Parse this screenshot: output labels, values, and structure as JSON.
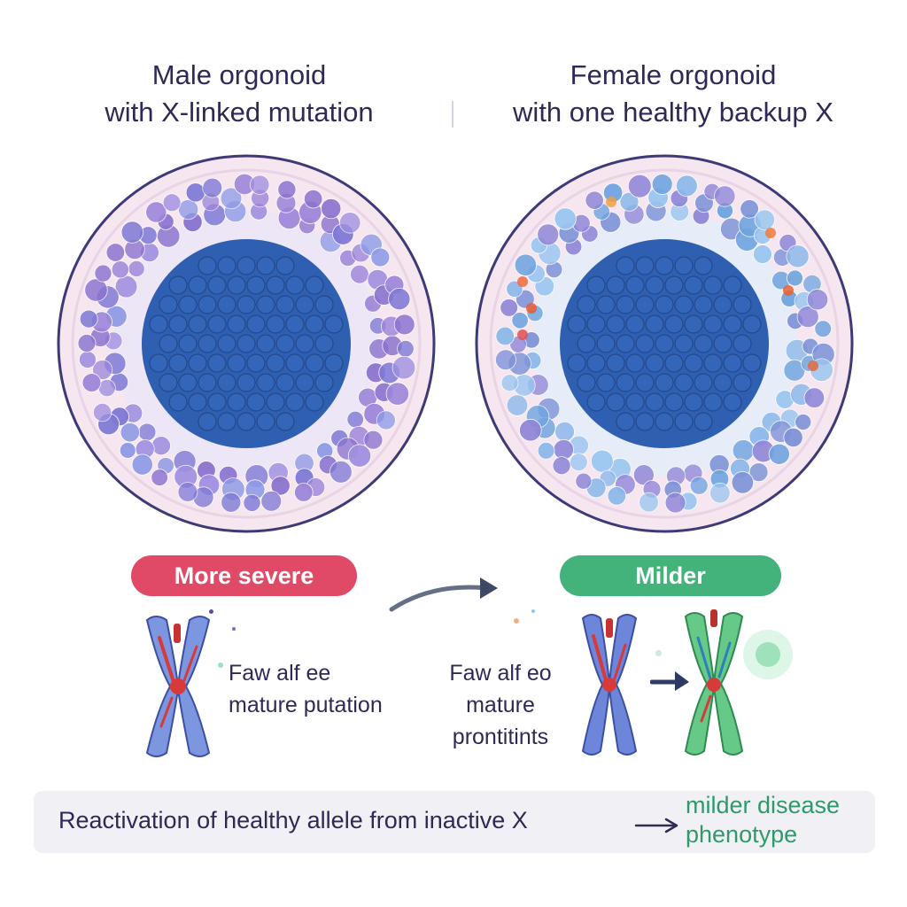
{
  "left_panel": {
    "title_line1": "Male orgonoid",
    "title_line2": "with X-linked mutation",
    "badge": "More severe",
    "note_line1": "Faw alf ee",
    "note_line2": "mature putation"
  },
  "right_panel": {
    "title_line1": "Female orgonoid",
    "title_line2": "with one healthy backup X",
    "badge": "Milder",
    "note_line1": "Faw alf eo",
    "note_line2": "mature",
    "note_line3": "prontitints"
  },
  "banner": {
    "text": "Reactivation of healthy allele from inactive X",
    "result_line1": "milder disease",
    "result_line2": "phenotype"
  },
  "colors": {
    "severe": "#e04a66",
    "milder": "#44b27b",
    "core": "#2f5fb0",
    "ring_cells_male": "#8a73cf",
    "ring_cells_female": "#6fa4e0",
    "chromosome_blue": "#6a86d6",
    "chromosome_green": "#5cc27d"
  }
}
